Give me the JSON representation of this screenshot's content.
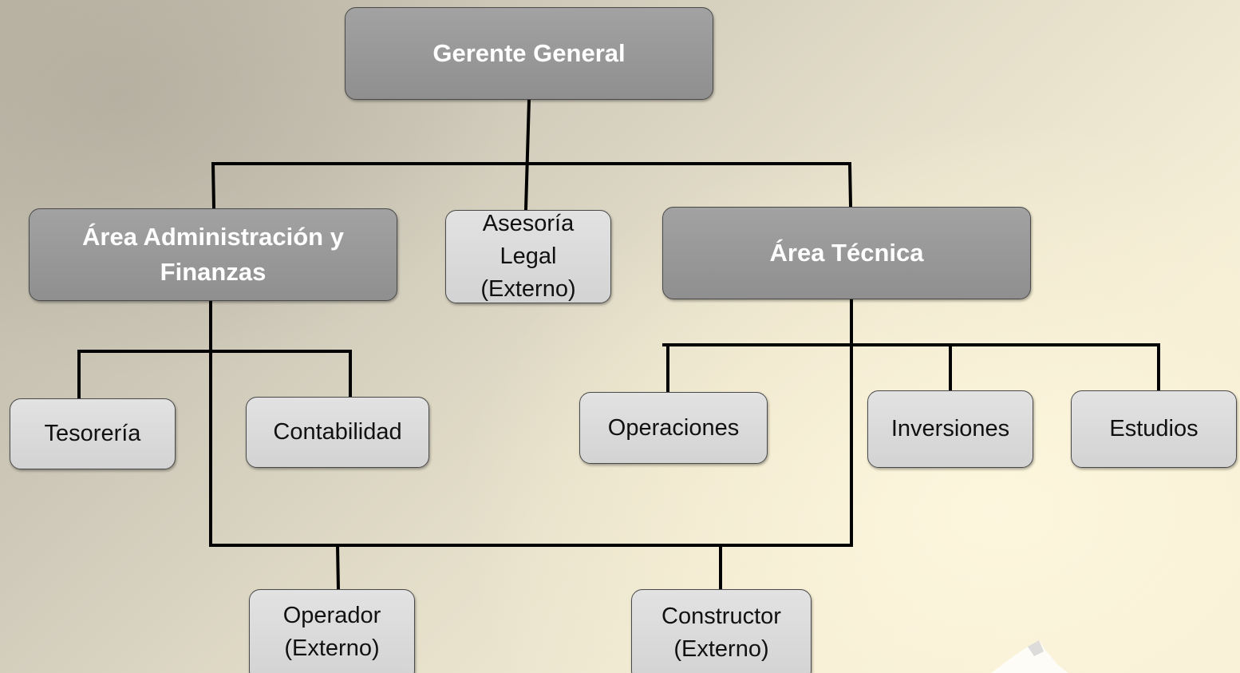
{
  "org_chart": {
    "gerente_general": "Gerente General",
    "area_admin": {
      "line1": "Área Administración y",
      "line2": "Finanzas"
    },
    "asesoria_legal": {
      "line1": "Asesoría",
      "line2": "Legal",
      "line3": "(Externo)"
    },
    "area_tecnica": "Área Técnica",
    "tesoreria": "Tesorería",
    "contabilidad": "Contabilidad",
    "operaciones": "Operaciones",
    "inversiones": "Inversiones",
    "estudios": "Estudios",
    "operador": {
      "line1": "Operador",
      "line2": "(Externo)"
    },
    "constructor": {
      "line1": "Constructor",
      "line2": "(Externo)"
    }
  },
  "colors": {
    "manager_box": "#959595",
    "unit_box": "#d9d9d9",
    "connector": "#000000"
  }
}
